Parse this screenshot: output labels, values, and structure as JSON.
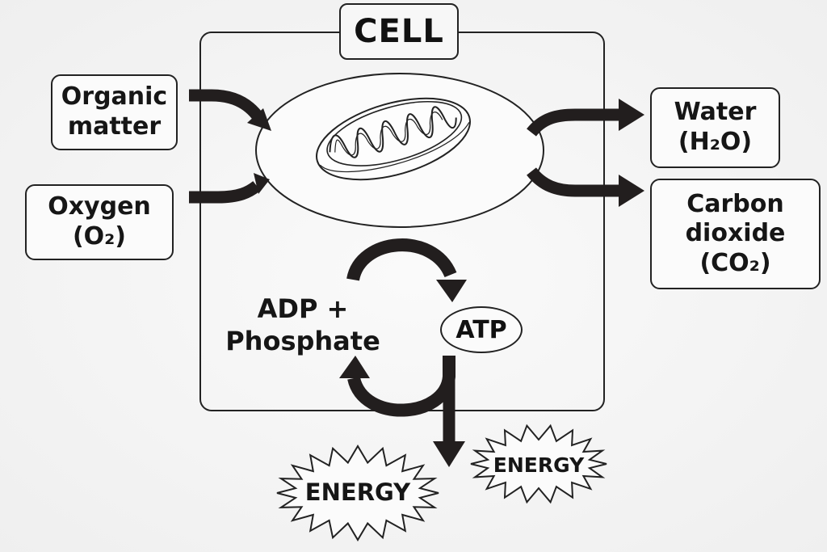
{
  "title": "CELL",
  "inputs": {
    "organic_matter": [
      "Organic",
      "matter"
    ],
    "oxygen": [
      "Oxygen",
      "(O₂)"
    ]
  },
  "outputs": {
    "water": [
      "Water",
      "(H₂O)"
    ],
    "carbon_dioxide": [
      "Carbon",
      "dioxide",
      "(CO₂)"
    ]
  },
  "cycle": {
    "adp": [
      "ADP +",
      "Phosphate"
    ],
    "atp": "ATP"
  },
  "energy_bursts": [
    "ENERGY",
    "ENERGY"
  ],
  "icons": {
    "organelle": "mitochondrion-icon"
  },
  "colors": {
    "ink": "#221e1e",
    "background": "#f3f3f3",
    "box_fill": "#fbfbfb"
  }
}
